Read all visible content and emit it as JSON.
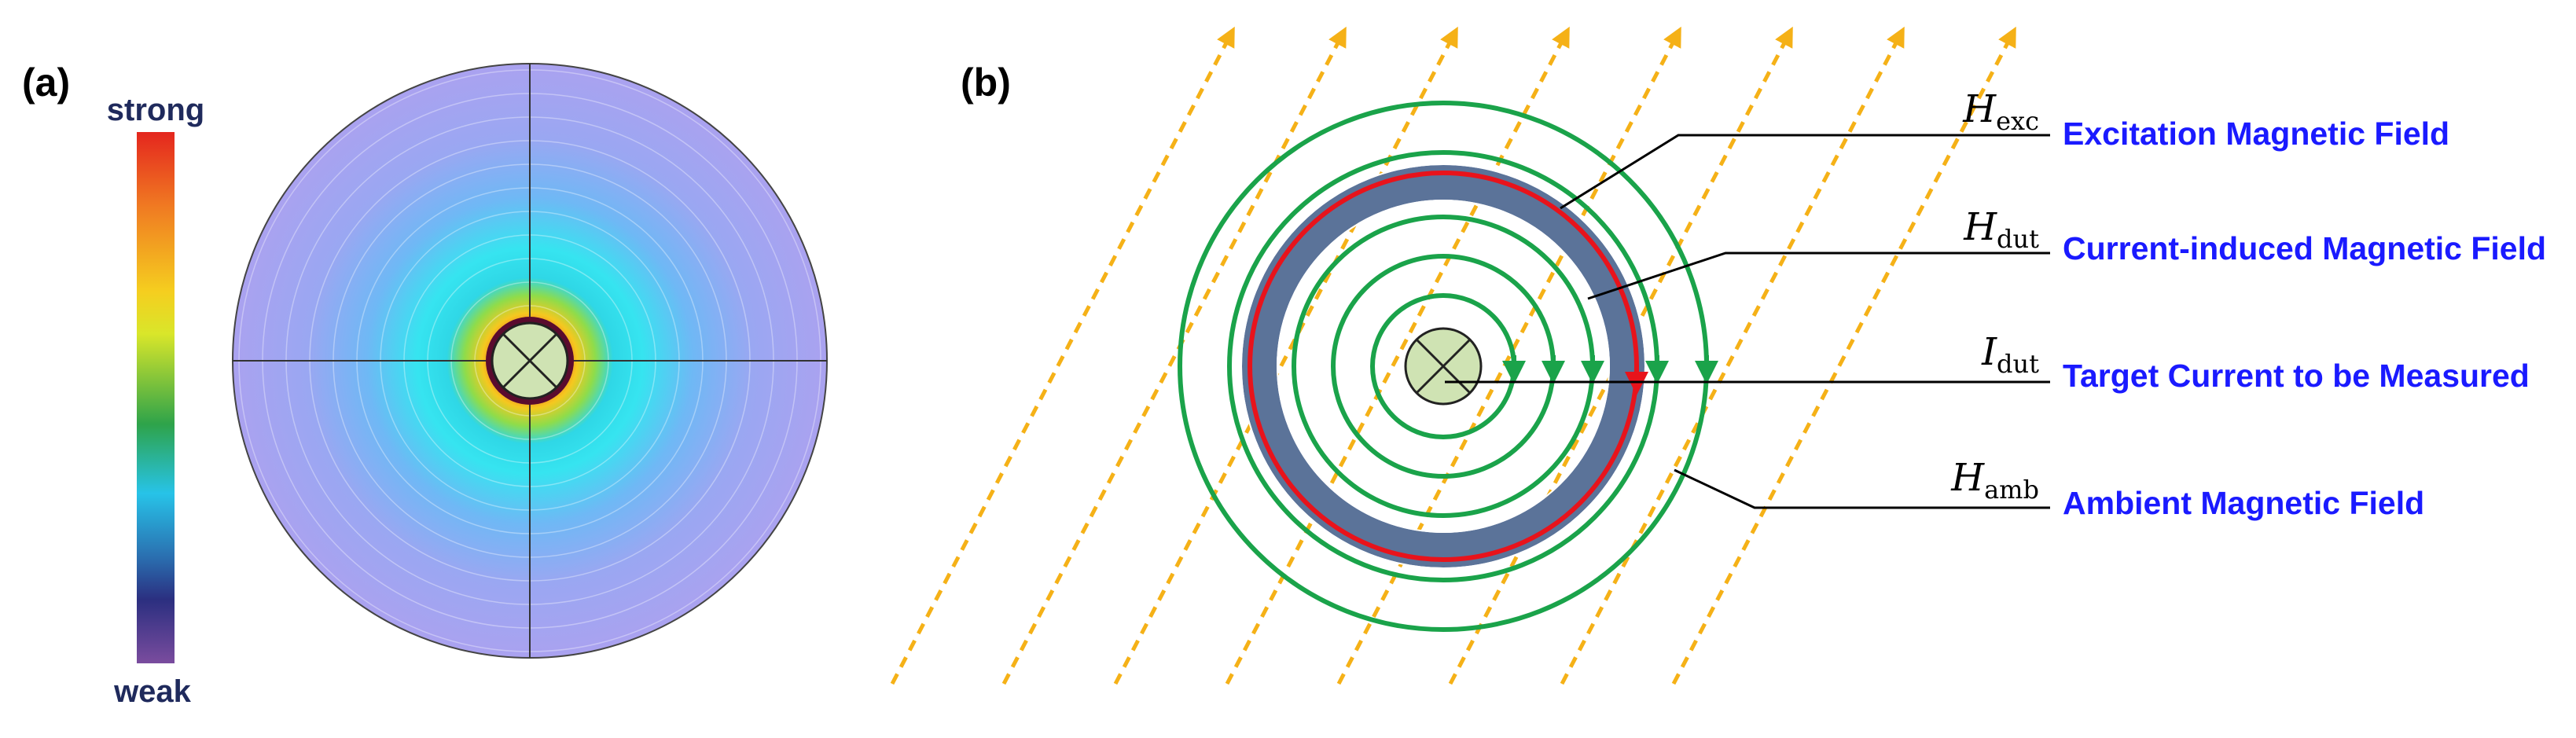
{
  "panel_a": {
    "label": "(a)",
    "scale": {
      "top": "strong",
      "bottom": "weak"
    }
  },
  "panel_b": {
    "label": "(b)",
    "annotations": [
      {
        "symbol": "H",
        "subscript": "exc",
        "description": "Excitation Magnetic Field"
      },
      {
        "symbol": "H",
        "subscript": "dut",
        "description": "Current-induced Magnetic Field"
      },
      {
        "symbol": "I",
        "subscript": "dut",
        "description": "Target Current to be Measured"
      },
      {
        "symbol": "H",
        "subscript": "amb",
        "description": "Ambient Magnetic Field"
      }
    ]
  },
  "colors": {
    "field_ring": "#1aa34a",
    "excitation": "#e8131b",
    "core": "#4f6c95",
    "ambient": "#f5b117",
    "conductor": "#cfe3b3",
    "label_text": "#1a1aff"
  }
}
